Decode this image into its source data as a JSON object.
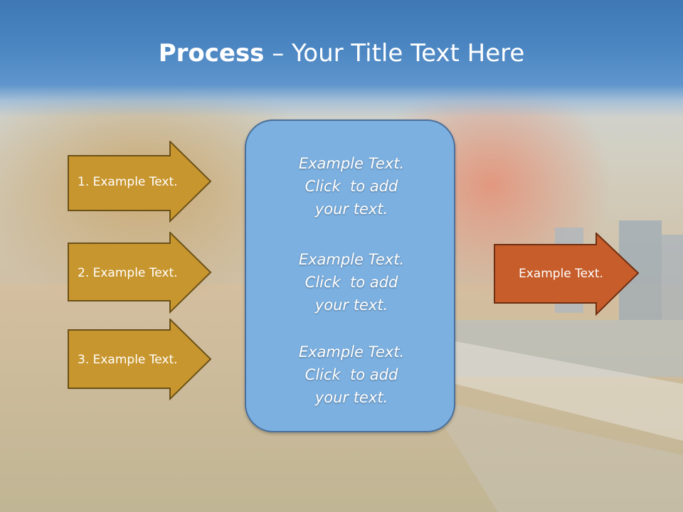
{
  "title": {
    "bold": "Process",
    "rest": " – Your Title Text Here"
  },
  "left_arrows": [
    {
      "label": "1. Example Text."
    },
    {
      "label": "2. Example Text."
    },
    {
      "label": "3. Example Text."
    }
  ],
  "center_blocks": [
    {
      "lines": [
        "Example Text.",
        "Click  to add",
        "your text."
      ]
    },
    {
      "lines": [
        "Example Text.",
        "Click  to add",
        "your text."
      ]
    },
    {
      "lines": [
        "Example Text.",
        "Click  to add",
        "your text."
      ]
    }
  ],
  "right_arrow": {
    "label": "Example Text."
  },
  "colors": {
    "left_arrow_fill": "#c8962e",
    "left_arrow_stroke": "#6b5118",
    "right_arrow_fill": "#c65d2b",
    "right_arrow_stroke": "#6e2f12",
    "center_fill": "#7cb0e0",
    "title_band": "#4b86c2"
  }
}
